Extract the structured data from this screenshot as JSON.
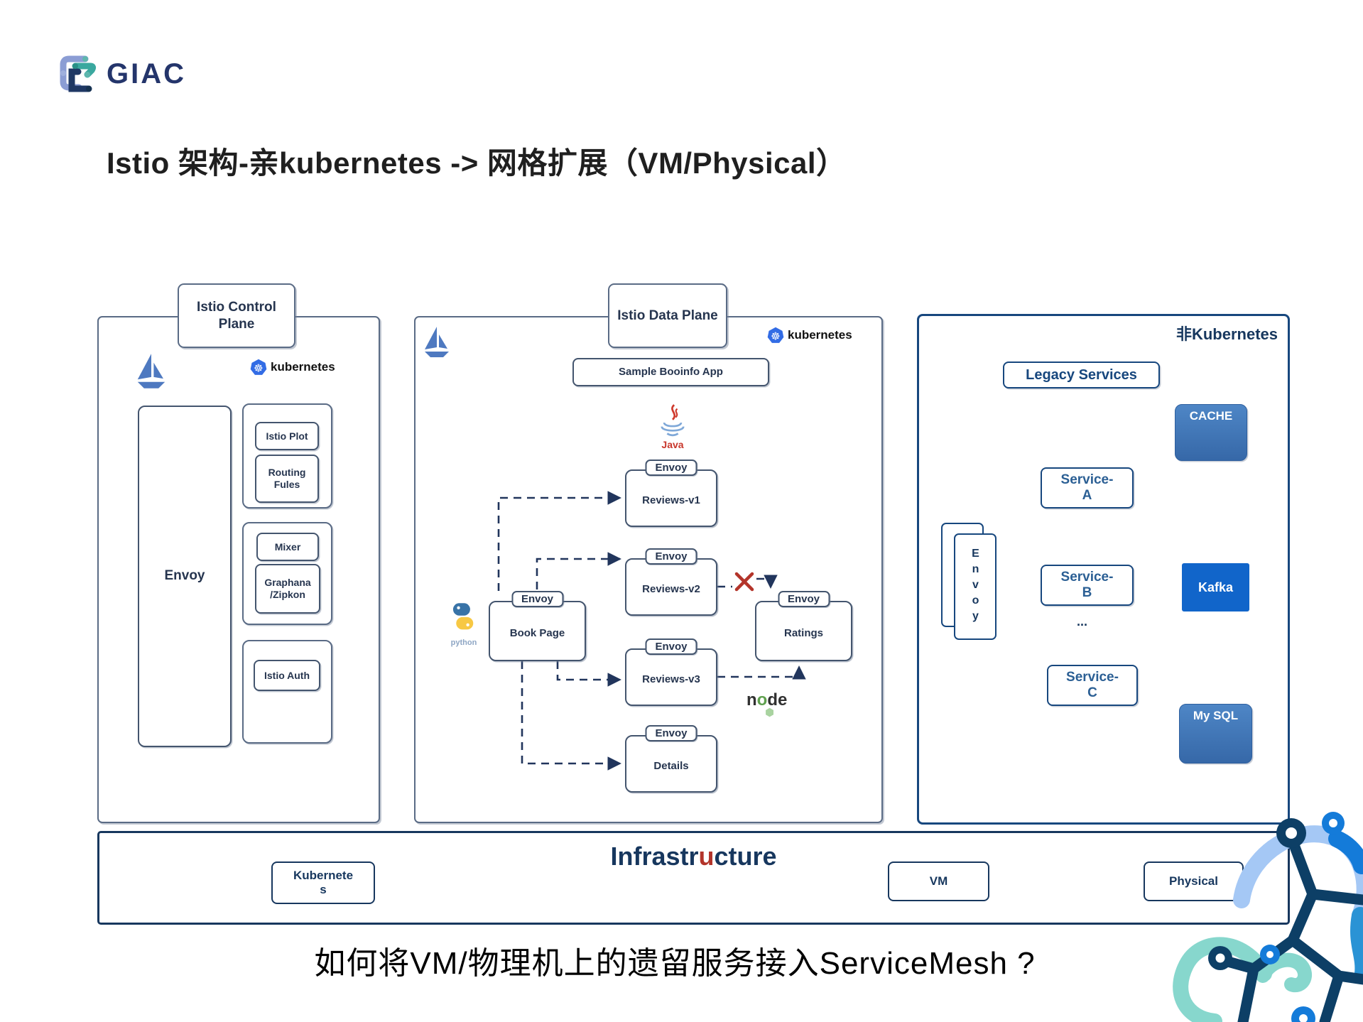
{
  "slide": {
    "brand": "GIAC",
    "title": "Istio 架构-亲kubernetes -> 网格扩展（VM/Physical）",
    "question": "如何将VM/物理机上的遗留服务接入ServiceMesh ?"
  },
  "control_plane": {
    "title": "Istio Control Plane",
    "kubernetes": "kubernetes",
    "envoy": "Envoy",
    "istio_plot": "Istio Plot",
    "routing_rules": "Routing Fules",
    "mixer": "Mixer",
    "graphana_zipkon": "Graphana /Zipkon",
    "istio_auth": "Istio Auth"
  },
  "data_plane": {
    "title": "Istio Data Plane",
    "kubernetes": "kubernetes",
    "sample_app": "Sample Booinfo App",
    "envoy_tab": "Envoy",
    "book_page": "Book Page",
    "reviews_v1": "Reviews-v1",
    "reviews_v2": "Reviews-v2",
    "reviews_v3": "Reviews-v3",
    "ratings": "Ratings",
    "details": "Details",
    "java_label": "Java",
    "python_label": "python",
    "node_n": "n",
    "node_o": "o",
    "node_de": "de"
  },
  "non_kubernetes": {
    "title": "非Kubernetes",
    "legacy_services": "Legacy Services",
    "cache": "CACHE",
    "kafka": "Kafka",
    "mysql": "My SQL",
    "service_a": "Service-A",
    "service_b": "Service-B",
    "service_c": "Service-C",
    "ellipsis": "...",
    "envoy": "Envoy"
  },
  "infrastructure": {
    "title_pre": "Infrastr",
    "title_u": "u",
    "title_post": "cture",
    "kubernetes": "Kubernetes",
    "vm": "VM",
    "physical": "Physical"
  },
  "icons": {
    "kubernetes_wheel": "☸"
  },
  "colors": {
    "navy": "#17375e",
    "slate_border": "#5a6b85",
    "box_border": "#44556e",
    "card_blue": "#3f76b4",
    "kafka_blue": "#1165ca",
    "red_x": "#b3342a",
    "teal": "#87d7cd",
    "light_blue": "#a5c8f5",
    "bright_blue": "#147bd9"
  }
}
